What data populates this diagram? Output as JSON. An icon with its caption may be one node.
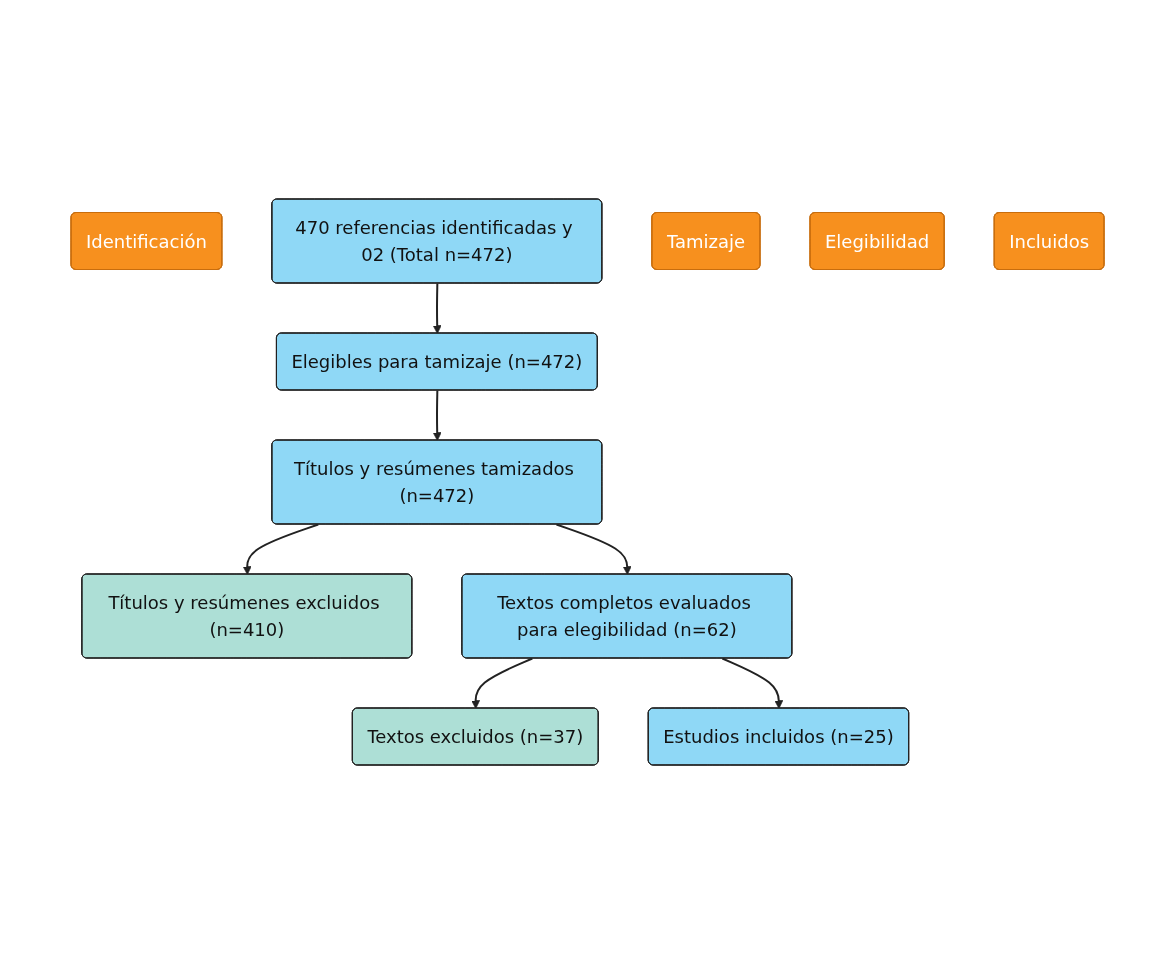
{
  "diagram": {
    "nodes": [
      {
        "text": [
          "Identificación"
        ]
      },
      {
        "text": [
          "470 referencias identificadas y 02 (Total n=472)"
        ]
      },
      {
        "text": [
          "Tamizaje"
        ]
      },
      {
        "text": [
          "Elegibles para tamizaje (n=472)"
        ]
      },
      {
        "text": [
          "Títulos y resúmenes tamizados (n=472)"
        ]
      },
      {
        "text": [
          "Títulos y resúmenes excluidos (n=410)"
        ]
      },
      {
        "text": [
          "Elegibilidad"
        ]
      },
      {
        "text": [
          "Textos completos evaluados para elegibilidad (n=62)"
        ]
      },
      {
        "text": [
          "Textos excluidos (n=37)"
        ]
      },
      {
        "text": [
          "Incluidos"
        ]
      },
      {
        "text": [
          "Estudios incluidos (n=25)"
        ]
      }
    ],
    "edges": [
      {
        "from": 1,
        "to": 3,
        "arrow": "to"
      },
      {
        "from": 3,
        "to": 4,
        "arrow": "to"
      },
      {
        "from": 4,
        "to": 5,
        "arrow": "to"
      },
      {
        "from": 4,
        "to": 7,
        "arrow": "to"
      },
      {
        "from": 7,
        "to": 8,
        "arrow": "to"
      },
      {
        "from": 7,
        "to": 10,
        "arrow": "to"
      }
    ]
  }
}
